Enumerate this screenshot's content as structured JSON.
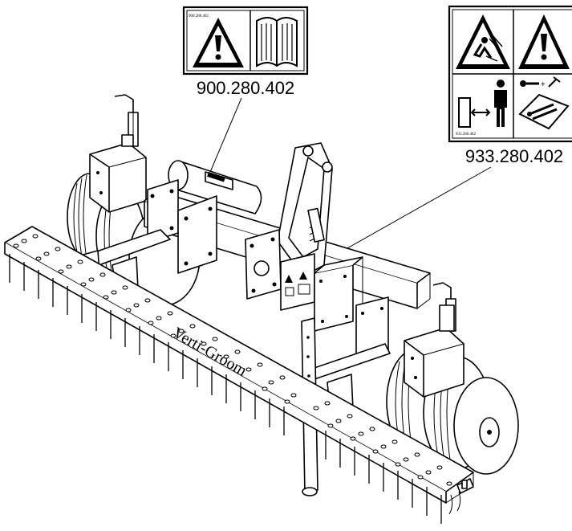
{
  "decals": [
    {
      "part_number": "900.280.402",
      "print_code": "900.280.402",
      "panels": [
        "warning-triangle-icon",
        "manual-book-icon"
      ]
    },
    {
      "part_number": "933.280.402",
      "print_code": "933.280.402",
      "panels": [
        "crush-hazard-icon",
        "warning-triangle-icon",
        "keep-distance-icon",
        "maintenance-icon"
      ]
    }
  ],
  "machine": {
    "brand_text": "Verti-Groom"
  },
  "colors": {
    "ink": "#000000",
    "paper": "#ffffff"
  }
}
